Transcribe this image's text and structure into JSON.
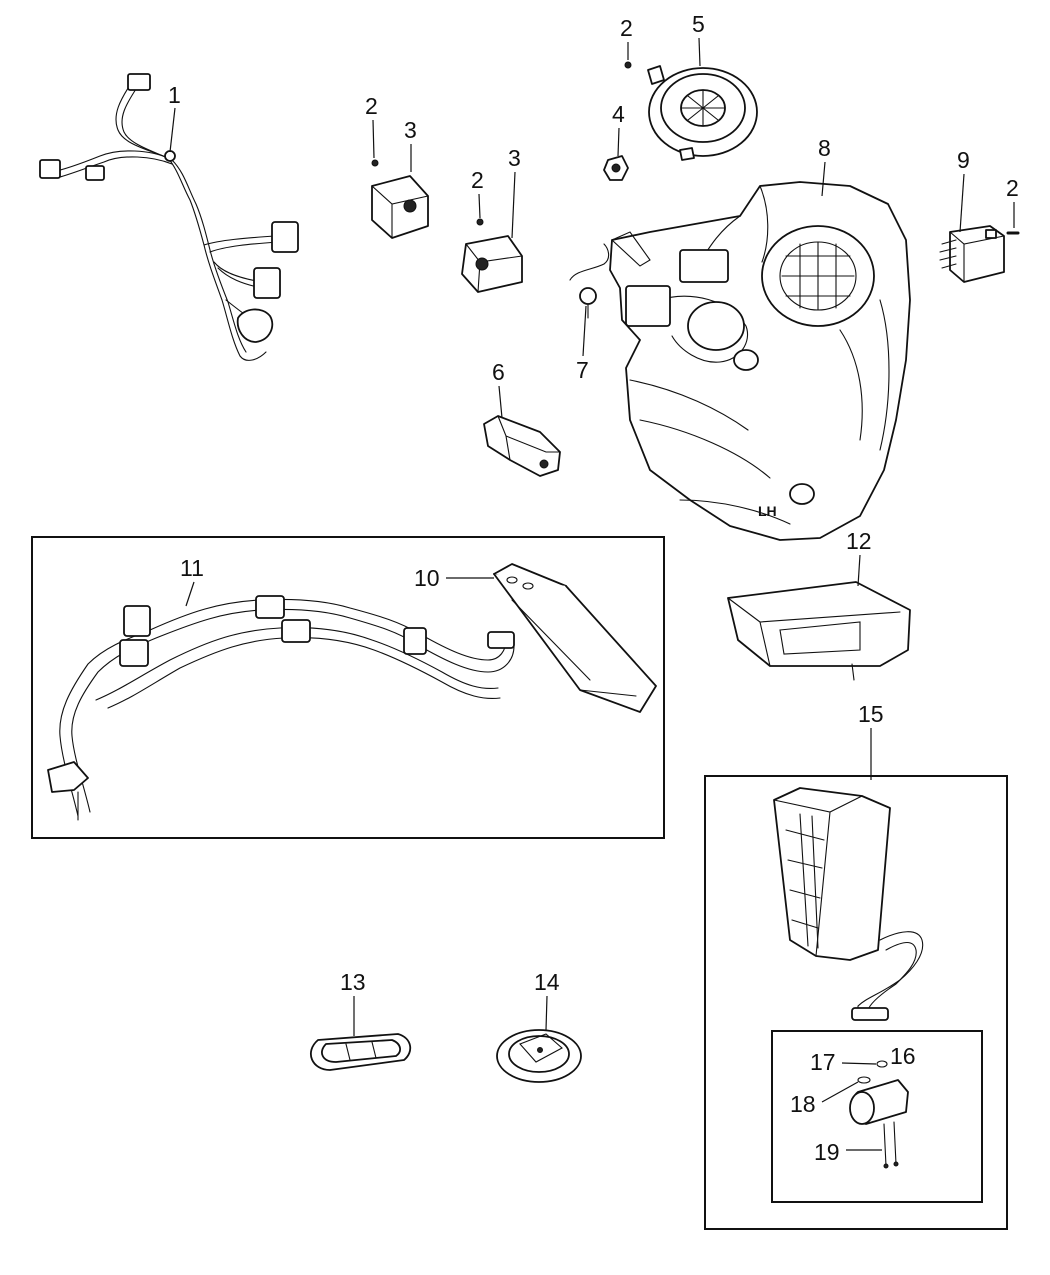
{
  "callouts": {
    "c1": "1",
    "c2a": "2",
    "c2b": "2",
    "c2c": "2",
    "c2d": "2",
    "c3a": "3",
    "c3b": "3",
    "c4": "4",
    "c5": "5",
    "c6": "6",
    "c7": "7",
    "c8": "8",
    "c9": "9",
    "c10": "10",
    "c11": "11",
    "c12": "12",
    "c13": "13",
    "c14": "14",
    "c15": "15",
    "c16": "16",
    "c17": "17",
    "c18": "18",
    "c19": "19"
  },
  "markings": {
    "housing_side": "LH"
  }
}
